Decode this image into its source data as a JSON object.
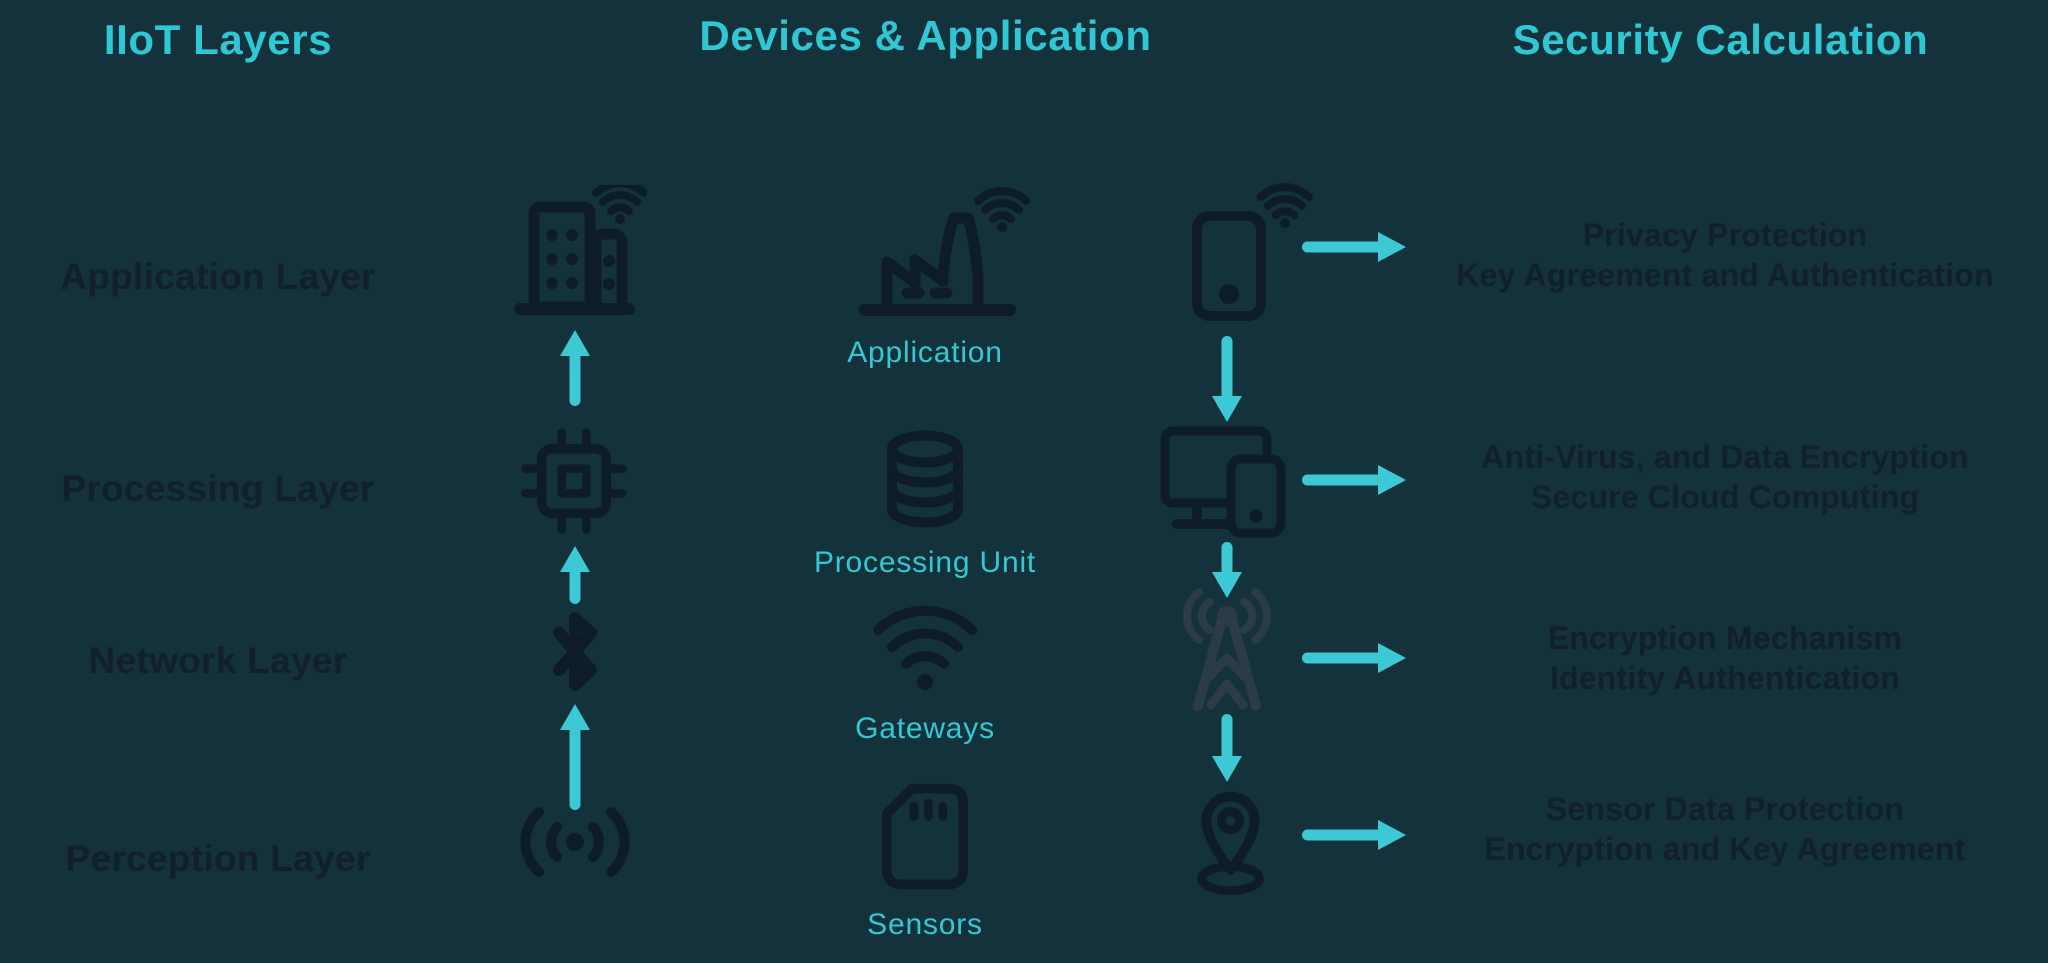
{
  "colors": {
    "background": "#14323b",
    "accent_cyan": "#34c8d4",
    "arrow_cyan": "#3cc9d5",
    "dark_ink": "#0e1c2a",
    "tower_slate": "#2c3b48"
  },
  "headers": {
    "layers": "IIoT Layers",
    "devices": "Devices & Application",
    "security": "Security Calculation"
  },
  "layers": [
    {
      "label": "Application Layer"
    },
    {
      "label": "Processing Layer"
    },
    {
      "label": "Network Layer"
    },
    {
      "label": "Perception Layer"
    }
  ],
  "layer_icons": [
    {
      "icon": "smart-building-wifi-icon"
    },
    {
      "icon": "chip-icon"
    },
    {
      "icon": "bluetooth-icon"
    },
    {
      "icon": "sensor-signal-icon"
    }
  ],
  "devices": [
    {
      "label": "Application",
      "icon": "factory-wifi-icon"
    },
    {
      "label": "Processing Unit",
      "icon": "database-icon"
    },
    {
      "label": "Gateways",
      "icon": "wifi-icon"
    },
    {
      "label": "Sensors",
      "icon": "sim-card-icon"
    }
  ],
  "endpoint_icons": [
    {
      "icon": "smartphone-wifi-icon"
    },
    {
      "icon": "monitor-phone-icon"
    },
    {
      "icon": "radio-tower-icon"
    },
    {
      "icon": "location-pin-icon"
    }
  ],
  "security": [
    {
      "line1": "Privacy Protection",
      "line2": "Key Agreement and Authentication"
    },
    {
      "line1": "Anti-Virus, and Data Encryption",
      "line2": "Secure Cloud Computing"
    },
    {
      "line1": "Encryption Mechanism",
      "line2": "Identity Authentication"
    },
    {
      "line1": "Sensor Data Protection",
      "line2": "Encryption and Key Agreement"
    }
  ]
}
